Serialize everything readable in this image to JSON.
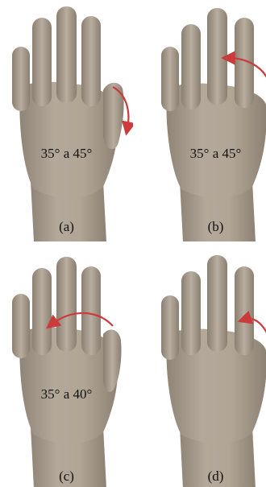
{
  "figure": {
    "colors": {
      "skin_light": "#b1a596",
      "skin_dark": "#8e8274",
      "arrow": "#cc3b3b"
    },
    "panels": [
      {
        "label": "(a)",
        "angle": "35° a 45°",
        "motion": "thumb-flexion"
      },
      {
        "label": "(b)",
        "angle": "35° a 45°",
        "motion": "thumb-abduction"
      },
      {
        "label": "(c)",
        "angle": "35° a 40°",
        "motion": "thumb-opposition"
      },
      {
        "label": "(d)",
        "angle": "",
        "motion": "thumb-reposition"
      }
    ]
  }
}
